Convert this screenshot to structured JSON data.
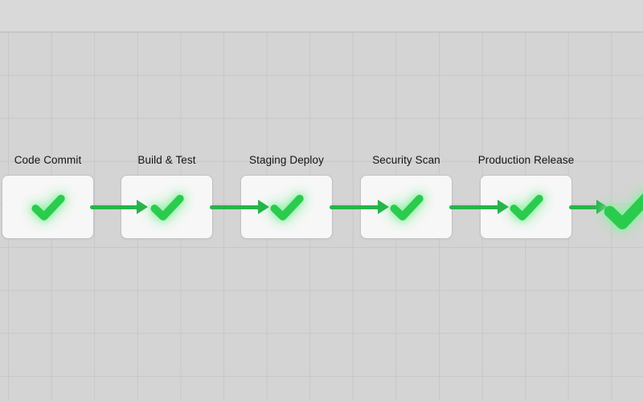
{
  "diagram": {
    "type": "pipeline-flow",
    "stages": [
      {
        "label": "Code Commit",
        "status": "complete",
        "icon": "check-icon"
      },
      {
        "label": "Build & Test",
        "status": "complete",
        "icon": "check-icon"
      },
      {
        "label": "Staging Deploy",
        "status": "complete",
        "icon": "check-icon"
      },
      {
        "label": "Security Scan",
        "status": "complete",
        "icon": "check-icon"
      },
      {
        "label": "Production Release",
        "status": "complete",
        "icon": "check-icon"
      }
    ],
    "trailing_check_visible": true,
    "colors": {
      "background": "#d4d4d4",
      "top_band": "#d9d9d9",
      "grid_line": "#c7c7c7",
      "card_bg": "#f7f7f7",
      "card_border": "#c3c3c3",
      "label_text": "#141414",
      "check_green": "#2bcb4e",
      "check_glow": "#8af0a0",
      "arrow_green": "#27b44b"
    }
  }
}
